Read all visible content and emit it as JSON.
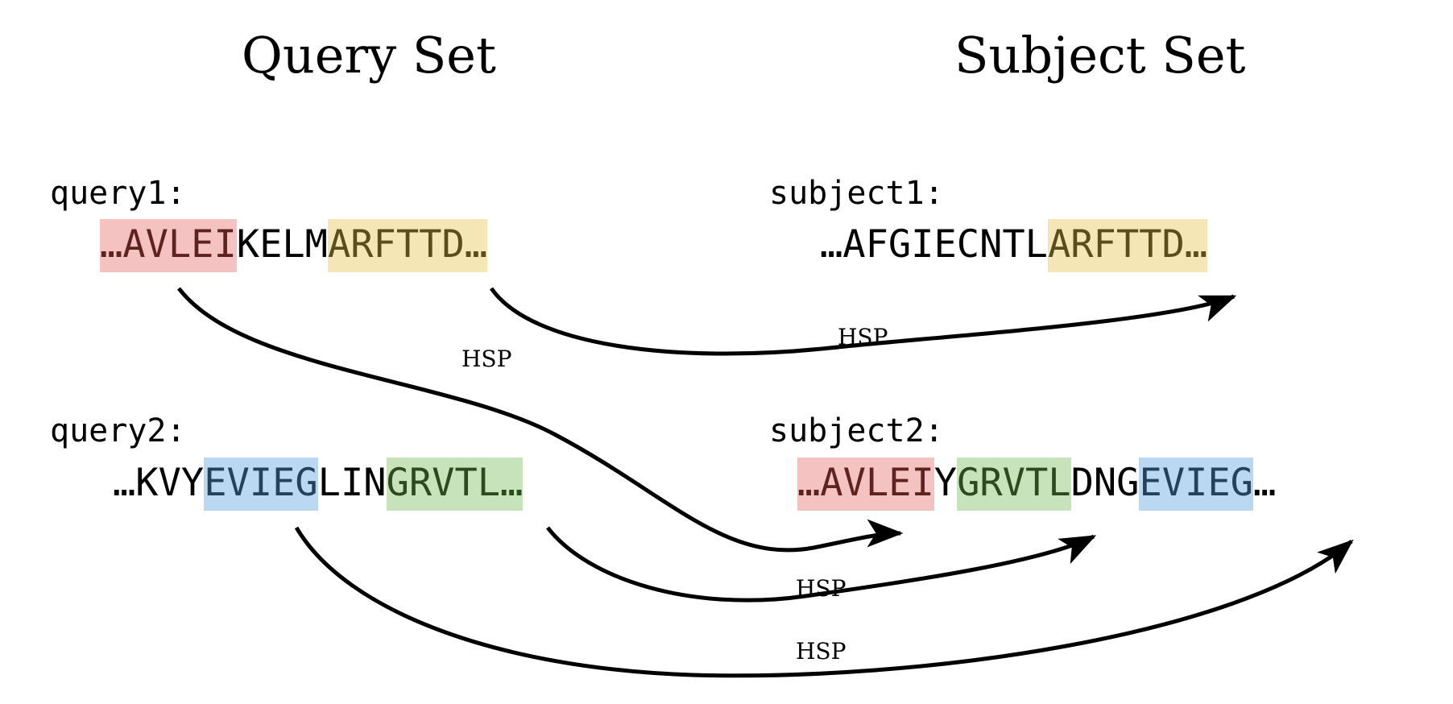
{
  "titles": {
    "query_set": "Query Set",
    "subject_set": "Subject Set"
  },
  "labels": {
    "query1": "query1:",
    "subject1": "subject1:",
    "query2": "query2:",
    "subject2": "subject2:"
  },
  "sequences": {
    "query1": [
      {
        "text": "…AVLEI",
        "highlight": "pink"
      },
      {
        "text": "KELM",
        "highlight": "none"
      },
      {
        "text": "ARFTTD…",
        "highlight": "yellow"
      }
    ],
    "subject1": [
      {
        "text": "…AFGIECNTL",
        "highlight": "none"
      },
      {
        "text": "ARFTTD…",
        "highlight": "yellow"
      }
    ],
    "query2": [
      {
        "text": "…KVY",
        "highlight": "none"
      },
      {
        "text": "EVIEG",
        "highlight": "blue"
      },
      {
        "text": "LIN",
        "highlight": "none"
      },
      {
        "text": "GRVTL…",
        "highlight": "green"
      }
    ],
    "subject2": [
      {
        "text": "…AVLEI",
        "highlight": "pink"
      },
      {
        "text": "Y",
        "highlight": "none"
      },
      {
        "text": "GRVTL",
        "highlight": "green"
      },
      {
        "text": "DNG",
        "highlight": "none"
      },
      {
        "text": "EVIEG",
        "highlight": "blue"
      },
      {
        "text": "…",
        "highlight": "none"
      }
    ]
  },
  "hsp_labels": {
    "hsp1": "HSP",
    "hsp2": "HSP",
    "hsp3": "HSP",
    "hsp4": "HSP"
  },
  "colors": {
    "pink_bg": "#f4c2c0",
    "pink_fg": "#5e221f",
    "yellow_bg": "#f5e7b5",
    "yellow_fg": "#5a4f1c",
    "blue_bg": "#bad8f2",
    "blue_fg": "#24425c",
    "green_bg": "#c6e3bc",
    "green_fg": "#2c4a1d",
    "text": "#000000",
    "background": "#ffffff",
    "arrow": "#000000"
  }
}
